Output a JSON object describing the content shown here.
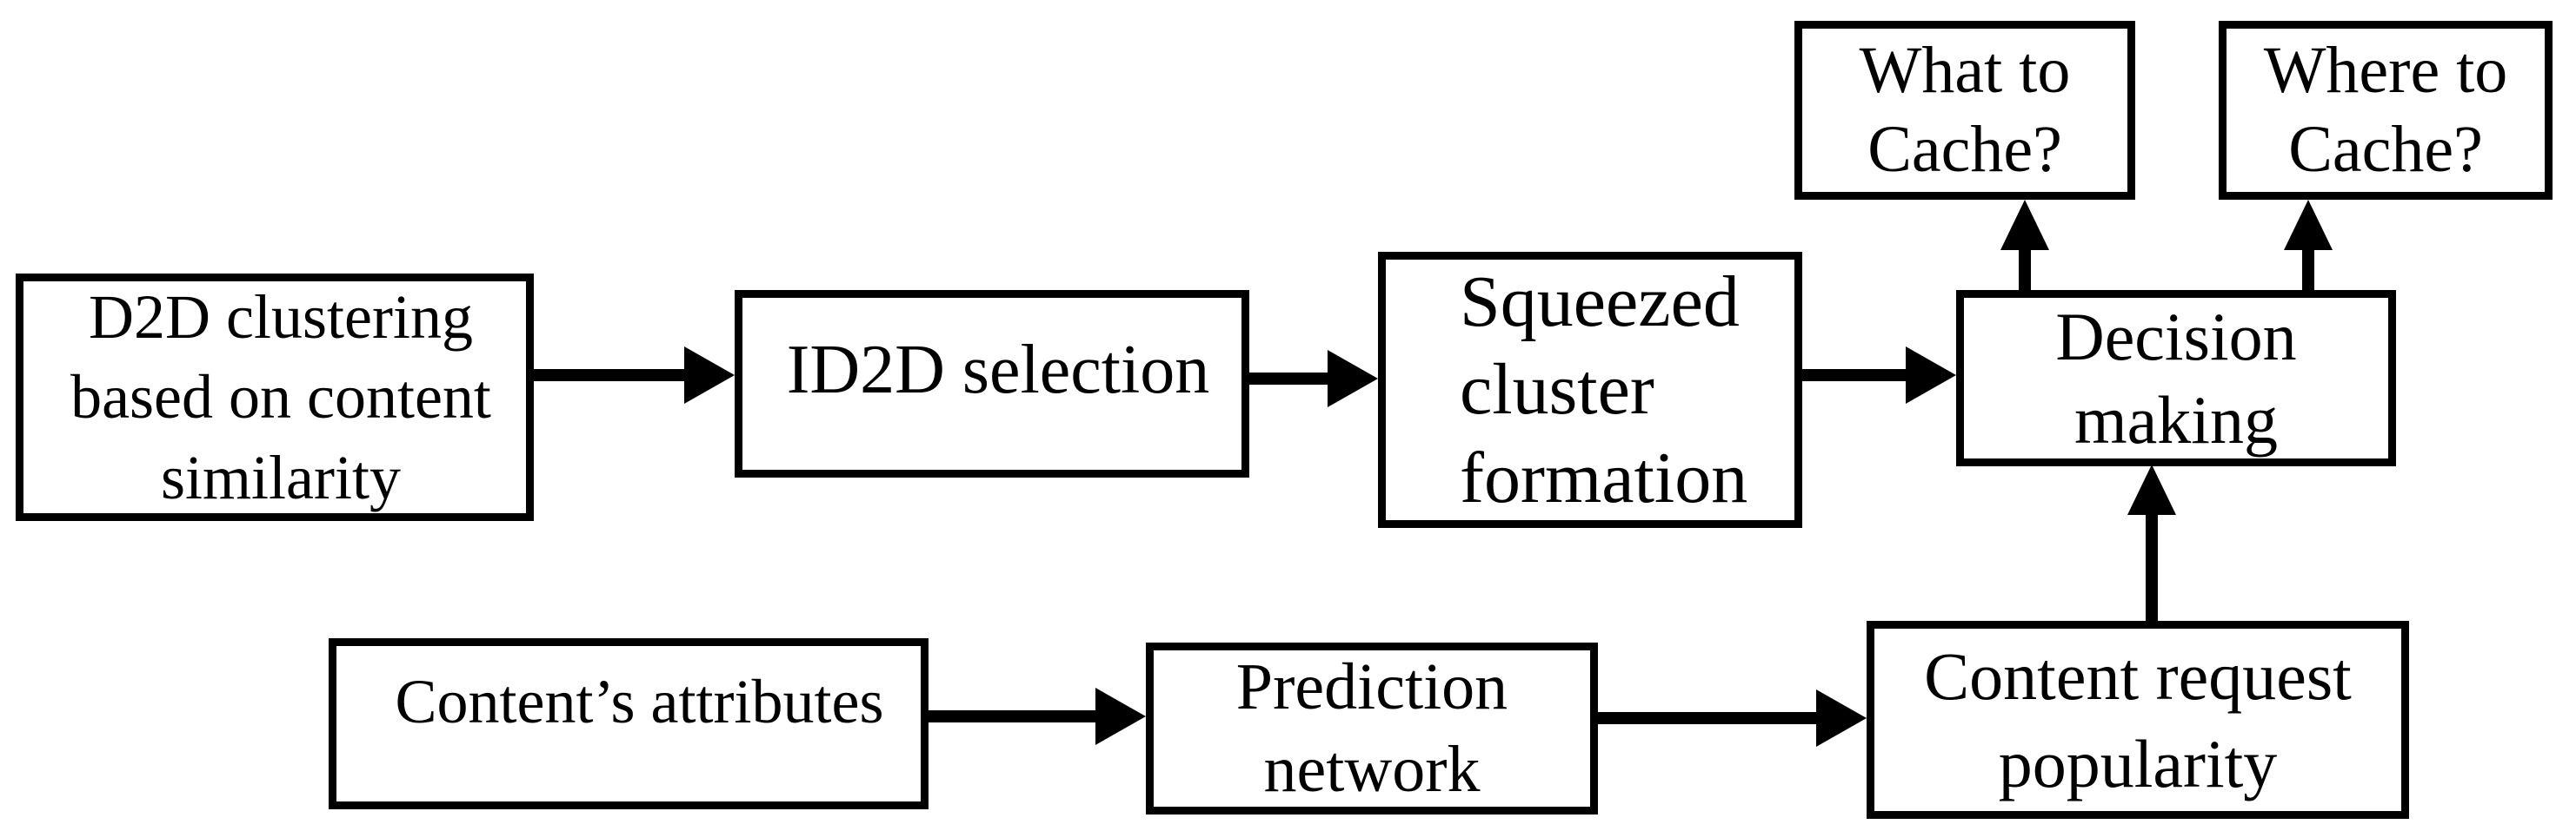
{
  "diagram": {
    "background_color": "#ffffff",
    "line_color": "#000000",
    "nodes": [
      {
        "id": "d2d-clustering",
        "label": "D2D clustering based on content similarity"
      },
      {
        "id": "id2d-selection",
        "label": "ID2D selection"
      },
      {
        "id": "squeezed-cluster-formation",
        "label": "Squeezed cluster formation"
      },
      {
        "id": "decision-making",
        "label": "Decision making"
      },
      {
        "id": "what-to-cache",
        "label": "What to Cache?"
      },
      {
        "id": "where-to-cache",
        "label": "Where to Cache?"
      },
      {
        "id": "content-attributes",
        "label": "Content’s attributes"
      },
      {
        "id": "prediction-network",
        "label": "Prediction network"
      },
      {
        "id": "content-request-popularity",
        "label": "Content request popularity"
      }
    ],
    "edges": [
      {
        "from": "d2d-clustering",
        "to": "id2d-selection",
        "direction": "right"
      },
      {
        "from": "id2d-selection",
        "to": "squeezed-cluster-formation",
        "direction": "right"
      },
      {
        "from": "squeezed-cluster-formation",
        "to": "decision-making",
        "direction": "right"
      },
      {
        "from": "decision-making",
        "to": "what-to-cache",
        "direction": "up"
      },
      {
        "from": "decision-making",
        "to": "where-to-cache",
        "direction": "up"
      },
      {
        "from": "content-attributes",
        "to": "prediction-network",
        "direction": "right"
      },
      {
        "from": "prediction-network",
        "to": "content-request-popularity",
        "direction": "right"
      },
      {
        "from": "content-request-popularity",
        "to": "decision-making",
        "direction": "up"
      }
    ]
  }
}
